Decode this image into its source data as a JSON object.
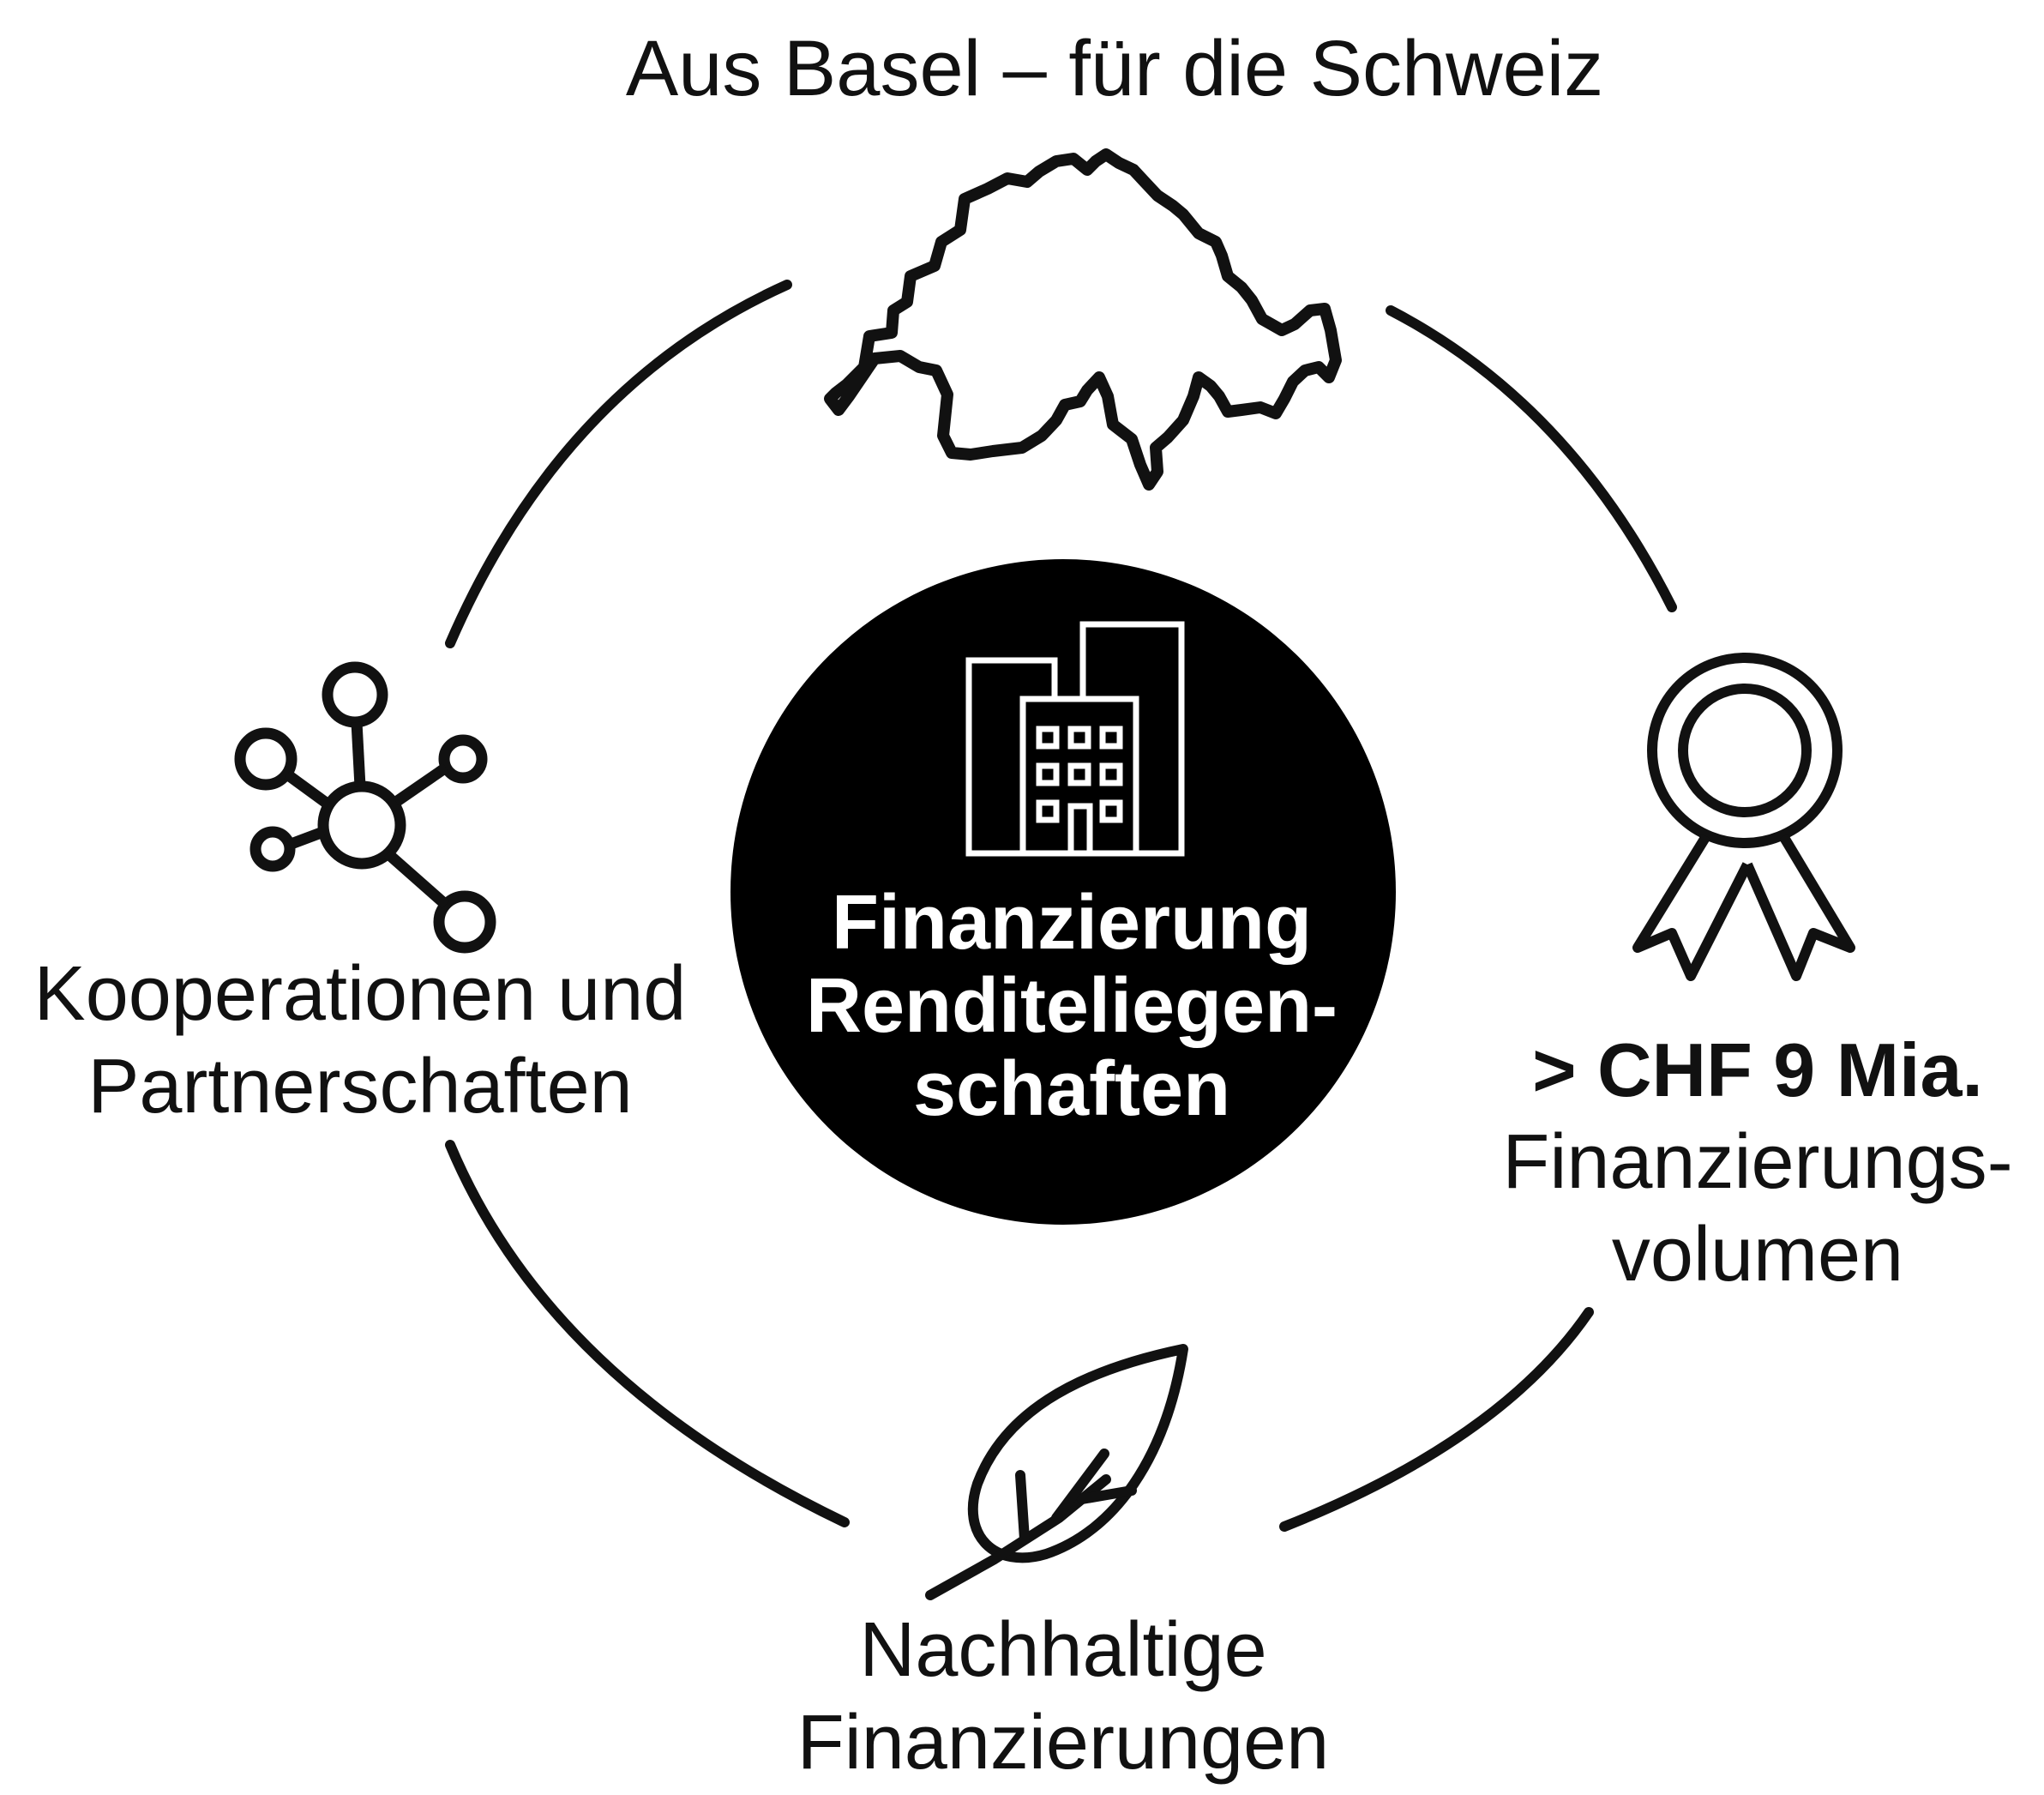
{
  "diagram": {
    "center": {
      "lines": [
        "Finanzierung",
        "Renditeliegen-",
        "schaften"
      ]
    },
    "top": {
      "text": "Aus Basel – für die Schweiz",
      "icon": "switzerland-map-icon"
    },
    "left": {
      "lines": [
        "Kooperationen und",
        "Partnerschaften"
      ],
      "icon": "network-icon"
    },
    "right": {
      "highlight": "> CHF 9 Mia.",
      "lines": [
        "Finanzierungs-",
        "volumen"
      ],
      "icon": "award-ribbon-icon"
    },
    "bottom": {
      "lines": [
        "Nachhaltige",
        "Finanzierungen"
      ],
      "icon": "leaf-icon"
    },
    "colors": {
      "ink": "#111111",
      "background": "#ffffff",
      "center_fill": "#000000"
    }
  }
}
